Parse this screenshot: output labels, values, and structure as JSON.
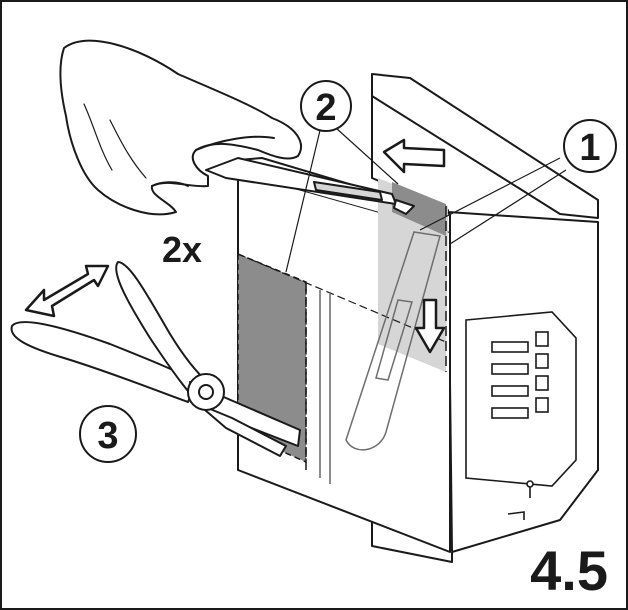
{
  "figure": {
    "number": "4.5",
    "repeat_label": "2x",
    "callouts": [
      "1",
      "2",
      "3"
    ]
  },
  "icons": {
    "hand": "hand-icon",
    "knife": "utility-knife-icon",
    "pliers": "pliers-icon",
    "push_arrow": "arrow-left-icon",
    "slide_arrow": "arrow-down-icon",
    "squeeze_arrow": "double-arrow-icon"
  },
  "colors": {
    "line": "#1a1a1a",
    "highlight_dark": "#8c8c8c",
    "highlight_light": "#d6d6d6",
    "background": "#ffffff"
  }
}
